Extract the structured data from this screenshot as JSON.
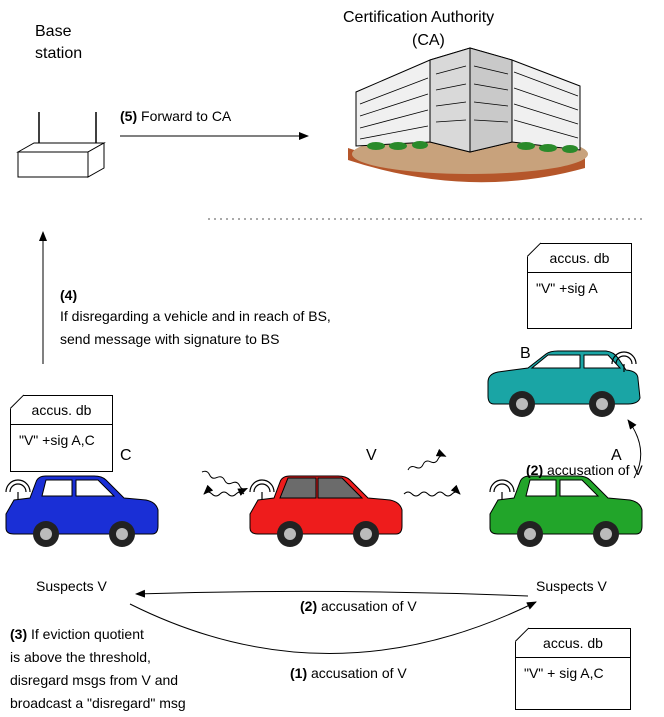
{
  "base_station": {
    "line1": "Base",
    "line2": "station"
  },
  "ca": {
    "line1": "Certification Authority",
    "line2": "(CA)"
  },
  "step5": {
    "num": "(5)",
    "text": "Forward to CA"
  },
  "step4": {
    "num": "(4)",
    "line1": "If disregarding a vehicle and in reach of BS,",
    "line2": "send message with signature to BS"
  },
  "db_b": {
    "header": "accus. db",
    "body": "\"V\" +sig A"
  },
  "db_c": {
    "header": "accus. db",
    "body": "\"V\" +sig A,C"
  },
  "db_a": {
    "header": "accus. db",
    "body": "\"V\" + sig A,C"
  },
  "cars": {
    "b": {
      "label": "B",
      "color": "#1aa5a5"
    },
    "c": {
      "label": "C",
      "color": "#1a2fd6"
    },
    "v": {
      "label": "V",
      "color": "#ee1c1c",
      "roof": "#6b6b6b"
    },
    "a": {
      "label": "A",
      "color": "#22a52a"
    }
  },
  "suspects_c": "Suspects V",
  "suspects_a": "Suspects V",
  "step2_right": {
    "num": "(2)",
    "text": "accusation of V"
  },
  "step2_mid": {
    "num": "(2)",
    "text": "accusation of V"
  },
  "step1": {
    "num": "(1)",
    "text": "accusation of V"
  },
  "step3": {
    "num": "(3)",
    "line1": "If eviction quotient",
    "line2": "is above the threshold,",
    "line3": "disregard msgs from V and",
    "line4": "broadcast a \"disregard\" msg"
  }
}
